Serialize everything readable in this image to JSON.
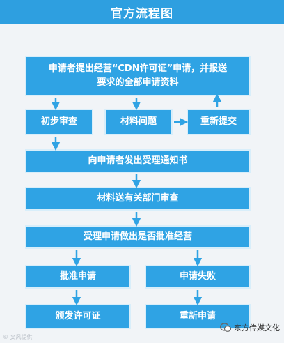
{
  "title": "官方流程图",
  "colors": {
    "header": "#2e9fe0",
    "box": "#2fa3e4",
    "arrow": "#2fa3e4",
    "background": "#f1f4f7"
  },
  "nodes": {
    "apply": "申请者提出经营“CDN许可证”申请，并报送要求的全部申请资料",
    "initial_review": "初步审查",
    "material_issue": "材料问题",
    "resubmit": "重新提交",
    "notice": "向申请者发出受理通知书",
    "dept_review": "材料送有关部门审查",
    "decision": "受理申请做出是否批准经营",
    "approve": "批准申请",
    "fail": "申请失败",
    "issue_license": "颁发许可证",
    "reapply": "重新申请"
  },
  "watermark": {
    "left": "© 文风提供",
    "right": "东方传媒文化"
  }
}
